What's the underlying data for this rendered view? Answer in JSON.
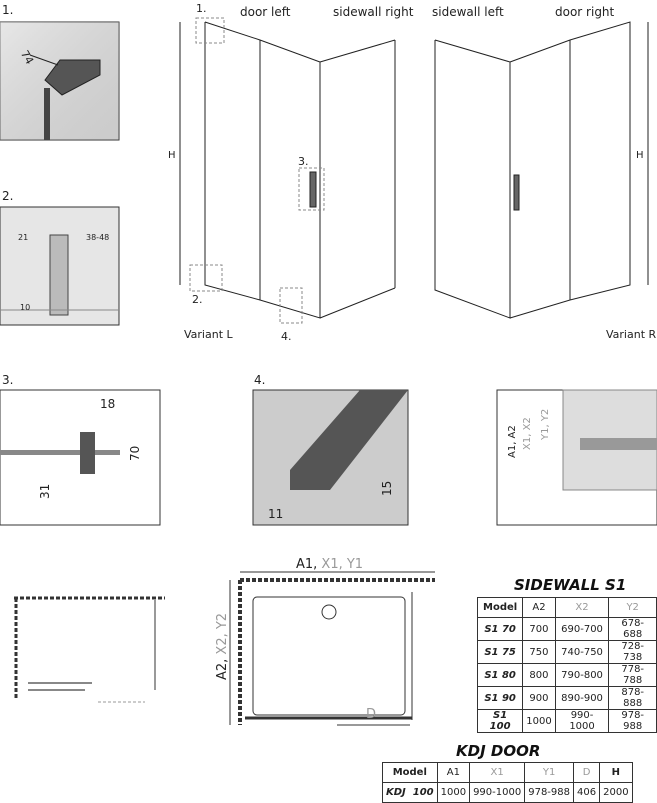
{
  "details": {
    "d1": {
      "num": "1.",
      "dim": "74"
    },
    "d2": {
      "num": "2.",
      "dims": [
        "21",
        "38-48",
        "10"
      ]
    },
    "d3": {
      "num": "3.",
      "dims": [
        "18",
        "70",
        "31"
      ]
    },
    "d4": {
      "num": "4.",
      "dims": [
        "15",
        "11"
      ]
    },
    "d5": {
      "dims": [
        "A1, A2",
        "X1, X2",
        "Y1, Y2"
      ]
    }
  },
  "variant_l": {
    "callouts": [
      "1.",
      "2.",
      "3.",
      "4."
    ],
    "door": "door left",
    "sidewall": "sidewall right",
    "height": "H",
    "label": "Variant L"
  },
  "variant_r": {
    "door": "door right",
    "sidewall": "sidewall left",
    "height": "H",
    "label": "Variant R"
  },
  "plan": {
    "width_a": "A1,",
    "width_xy": " X1, Y1",
    "depth_a": "A2,",
    "depth_xy": " X2, Y2",
    "d": "D"
  },
  "sidewall_table": {
    "title": "SIDEWALL S1",
    "headers": [
      "Model",
      "A2",
      "X2",
      "Y2"
    ],
    "rows": [
      [
        "S1 70",
        "700",
        "690-700",
        "678-688"
      ],
      [
        "S1 75",
        "750",
        "740-750",
        "728-738"
      ],
      [
        "S1 80",
        "800",
        "790-800",
        "778-788"
      ],
      [
        "S1 90",
        "900",
        "890-900",
        "878-888"
      ],
      [
        "S1 100",
        "1000",
        "990-1000",
        "978-988"
      ]
    ]
  },
  "door_table": {
    "title": "KDJ DOOR",
    "headers": [
      "Model",
      "A1",
      "X1",
      "Y1",
      "D",
      "H"
    ],
    "rows": [
      [
        "KDJ  100",
        "1000",
        "990-1000",
        "978-988",
        "406",
        "2000"
      ]
    ]
  }
}
